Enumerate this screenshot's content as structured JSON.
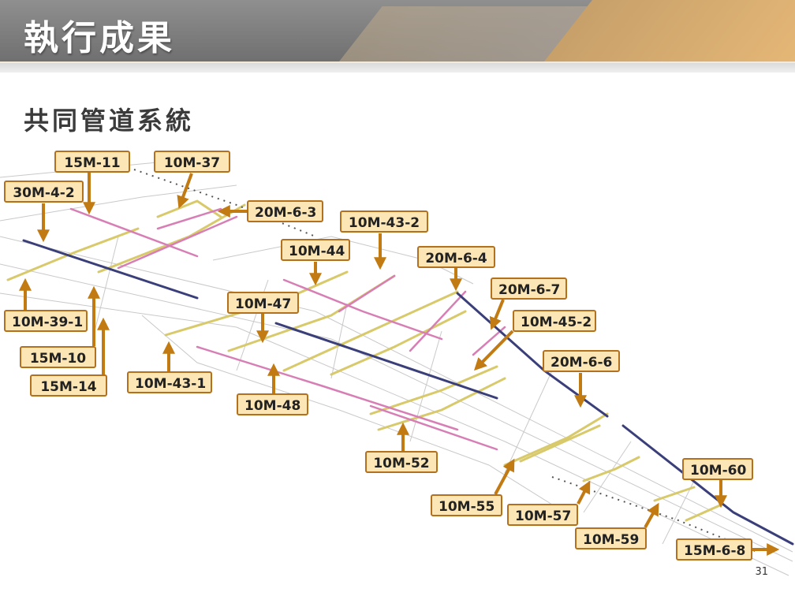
{
  "slide": {
    "title": "執行成果",
    "subtitle": "共同管道系統",
    "page_number": "31"
  },
  "labels": [
    {
      "key": "15M-11",
      "text": "15M-11"
    },
    {
      "key": "10M-37",
      "text": "10M-37"
    },
    {
      "key": "30M-4-2",
      "text": "30M-4-2"
    },
    {
      "key": "20M-6-3",
      "text": "20M-6-3"
    },
    {
      "key": "10M-43-2",
      "text": "10M-43-2"
    },
    {
      "key": "10M-44",
      "text": "10M-44"
    },
    {
      "key": "20M-6-4",
      "text": "20M-6-4"
    },
    {
      "key": "20M-6-7",
      "text": "20M-6-7"
    },
    {
      "key": "10M-47",
      "text": "10M-47"
    },
    {
      "key": "10M-39-1",
      "text": "10M-39-1"
    },
    {
      "key": "10M-45-2",
      "text": "10M-45-2"
    },
    {
      "key": "15M-10",
      "text": "15M-10"
    },
    {
      "key": "20M-6-6",
      "text": "20M-6-6"
    },
    {
      "key": "15M-14",
      "text": "15M-14"
    },
    {
      "key": "10M-43-1",
      "text": "10M-43-1"
    },
    {
      "key": "10M-48",
      "text": "10M-48"
    },
    {
      "key": "10M-52",
      "text": "10M-52"
    },
    {
      "key": "10M-60",
      "text": "10M-60"
    },
    {
      "key": "10M-55",
      "text": "10M-55"
    },
    {
      "key": "10M-57",
      "text": "10M-57"
    },
    {
      "key": "10M-59",
      "text": "10M-59"
    },
    {
      "key": "15M-6-8",
      "text": "15M-6-8"
    }
  ],
  "colors": {
    "label_fill": "#fde6b5",
    "label_border": "#b3701d",
    "arrow": "#c27a12",
    "conduit_yellow": "#d8c96a",
    "conduit_pink": "#d77fb5",
    "main_line": "#3a3f7a"
  }
}
